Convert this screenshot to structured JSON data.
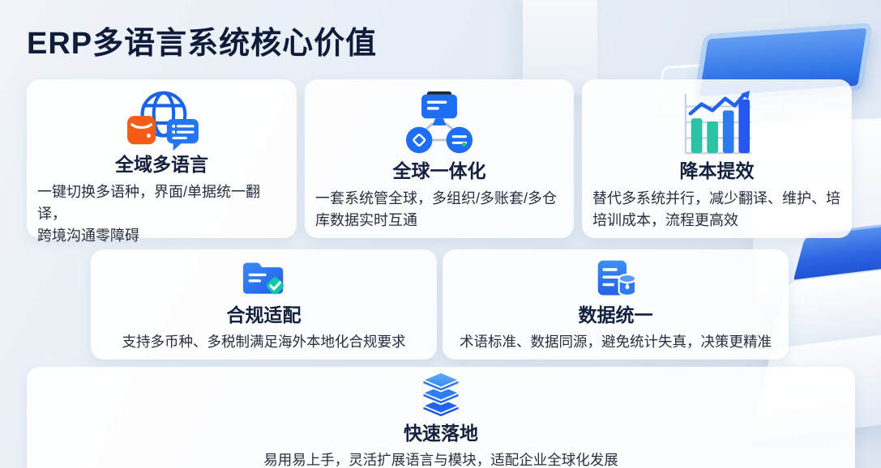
{
  "page": {
    "title": "ERP多语言系统核心价值"
  },
  "cards": [
    {
      "id": "multilingual",
      "icon": "globe-chat-icon",
      "title": "全域多语言",
      "desc": [
        "一键切换多语种，界面/单据统一翻译，",
        "跨境沟通零障碍"
      ]
    },
    {
      "id": "global-integration",
      "icon": "network-nodes-icon",
      "title": "全球一体化",
      "desc": [
        "一套系统管全球，多组织/多账套/多仓",
        "库数据实时互通"
      ]
    },
    {
      "id": "cost-efficiency",
      "icon": "bar-chart-trend-icon",
      "title": "降本提效",
      "desc": [
        "替代多系统并行，减少翻译、维护、培",
        "培训成本，流程更高效"
      ]
    },
    {
      "id": "compliance",
      "icon": "folder-check-icon",
      "title": "合规适配",
      "desc": "支持多币种、多税制满足海外本地化合规要求"
    },
    {
      "id": "data-unification",
      "icon": "document-database-icon",
      "title": "数据统一",
      "desc": "术语标准、数据同源，避免统计失真，决策更精准"
    },
    {
      "id": "fast-implementation",
      "icon": "stacked-layers-icon",
      "title": "快速落地",
      "desc": "易用易上手，灵活扩展语言与模块，适配企业全球化发展"
    }
  ],
  "colors": {
    "accent_blue": "#1d6ef2",
    "teal": "#14c3a8",
    "orange": "#f55c17",
    "title_navy": "#13203e",
    "body_text": "#272e3f",
    "background": "#e6edf5",
    "glass_blue": "#2e74e8"
  }
}
